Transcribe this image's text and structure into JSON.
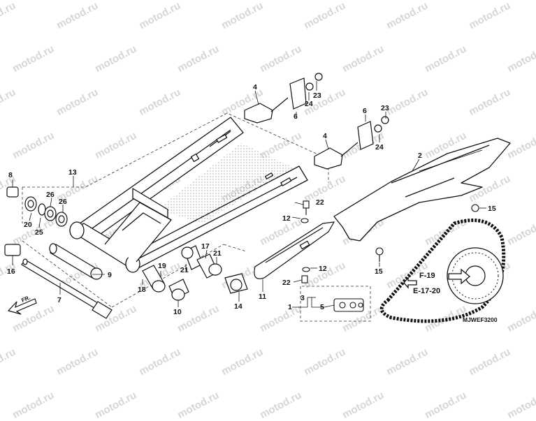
{
  "watermark": "motod.ru",
  "diagram_code": "MJWEF3200",
  "front_label": "FR.",
  "references": {
    "f19": "F-19",
    "e1720": "E-17-20"
  },
  "callouts": {
    "c1": "1",
    "c2": "2",
    "c3": "3",
    "c4a": "4",
    "c4b": "4",
    "c5": "5",
    "c6a": "6",
    "c6b": "6",
    "c7": "7",
    "c8": "8",
    "c9": "9",
    "c10": "10",
    "c11": "11",
    "c12a": "12",
    "c12b": "12",
    "c13": "13",
    "c14": "14",
    "c15a": "15",
    "c15b": "15",
    "c16": "16",
    "c17": "17",
    "c18": "18",
    "c19": "19",
    "c20": "20",
    "c21a": "21",
    "c21b": "21",
    "c22a": "22",
    "c22b": "22",
    "c23a": "23",
    "c23b": "23",
    "c24a": "24",
    "c24b": "24",
    "c25": "25",
    "c26a": "26",
    "c26b": "26"
  }
}
